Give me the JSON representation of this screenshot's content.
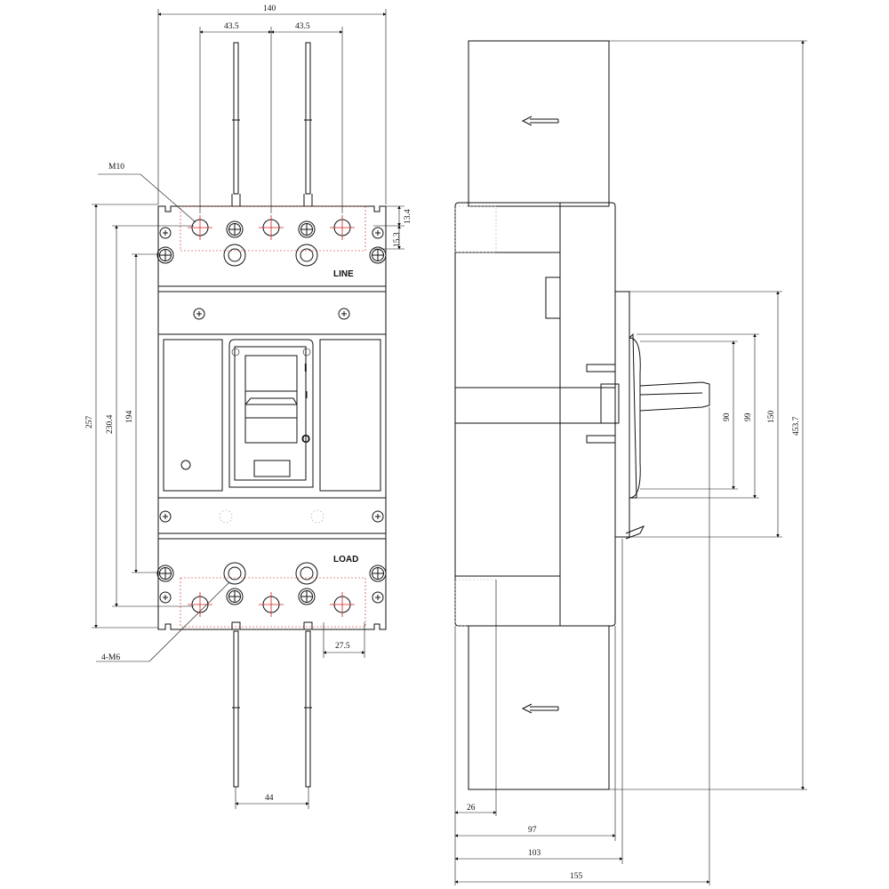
{
  "front_view": {
    "labels": {
      "line": "LINE",
      "load": "LOAD",
      "on_symbol": "I",
      "off_symbol": "O",
      "top_hole_callout": "M10",
      "bottom_hole_callout": "4-M6"
    },
    "dimensions": {
      "overall_width": "140",
      "pitch_left": "43.5",
      "pitch_right": "43.5",
      "top_offset_1": "13.4",
      "top_offset_2": "15.3",
      "height_257": "257",
      "height_230": "230.4",
      "height_194": "194",
      "bottom_gap": "27.5",
      "bottom_pitch": "44"
    }
  },
  "side_view": {
    "dimensions": {
      "total_height": "453.7",
      "h_150": "150",
      "h_99": "99",
      "h_90": "90",
      "d_26": "26",
      "d_97": "97",
      "d_103": "103",
      "d_155": "155"
    }
  },
  "colors": {
    "line": "#111111",
    "centerline": "#d02020",
    "hidden": "#aaaaaa"
  }
}
